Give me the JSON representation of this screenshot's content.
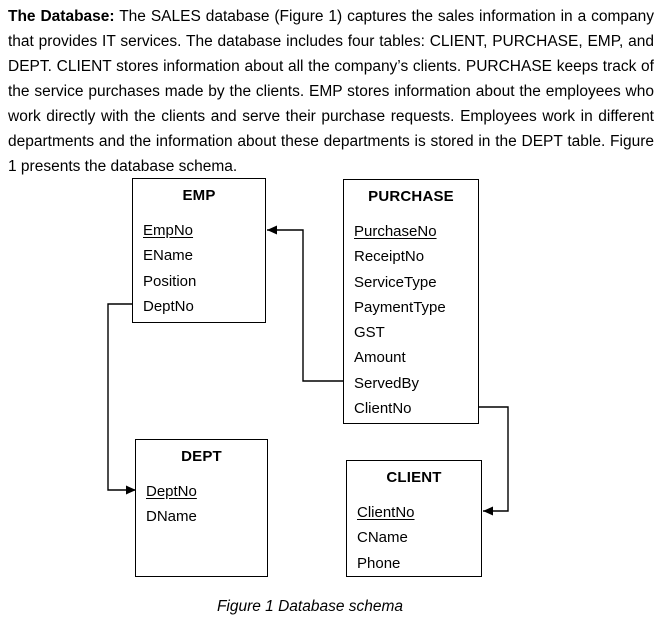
{
  "intro": {
    "label": "The Database:",
    "text": " The SALES database (Figure 1) captures the sales information in a company that provides IT services. The database includes four tables: CLIENT, PURCHASE, EMP, and DEPT. CLIENT stores information about all the company’s clients. PURCHASE keeps track of the service purchases made by the clients. EMP stores information about the employees who work directly with the clients and serve their purchase requests. Employees work in different departments and the information about these departments is stored in the DEPT table. Figure 1 presents the database schema."
  },
  "diagram": {
    "tables": [
      {
        "name": "EMP",
        "fields": [
          {
            "name": "EmpNo",
            "key": true
          },
          {
            "name": "EName",
            "key": false
          },
          {
            "name": "Position",
            "key": false
          },
          {
            "name": "DeptNo",
            "key": false
          }
        ]
      },
      {
        "name": "PURCHASE",
        "fields": [
          {
            "name": "PurchaseNo",
            "key": true
          },
          {
            "name": "ReceiptNo",
            "key": false
          },
          {
            "name": "ServiceType",
            "key": false
          },
          {
            "name": "PaymentType",
            "key": false
          },
          {
            "name": "GST",
            "key": false
          },
          {
            "name": "Amount",
            "key": false
          },
          {
            "name": "ServedBy",
            "key": false
          },
          {
            "name": "ClientNo",
            "key": false
          }
        ]
      },
      {
        "name": "DEPT",
        "fields": [
          {
            "name": "DeptNo",
            "key": true
          },
          {
            "name": "DName",
            "key": false
          }
        ]
      },
      {
        "name": "CLIENT",
        "fields": [
          {
            "name": "ClientNo",
            "key": true
          },
          {
            "name": "CName",
            "key": false
          },
          {
            "name": "Phone",
            "key": false
          }
        ]
      }
    ],
    "relationships": [
      {
        "from": "PURCHASE.ServedBy",
        "to": "EMP.EmpNo"
      },
      {
        "from": "EMP.DeptNo",
        "to": "DEPT.DeptNo"
      },
      {
        "from": "PURCHASE.ClientNo",
        "to": "CLIENT.ClientNo"
      }
    ],
    "caption": "Figure 1 Database schema"
  },
  "colors": {
    "background": "#ffffff",
    "text": "#000000",
    "border": "#000000",
    "connector": "#000000"
  }
}
